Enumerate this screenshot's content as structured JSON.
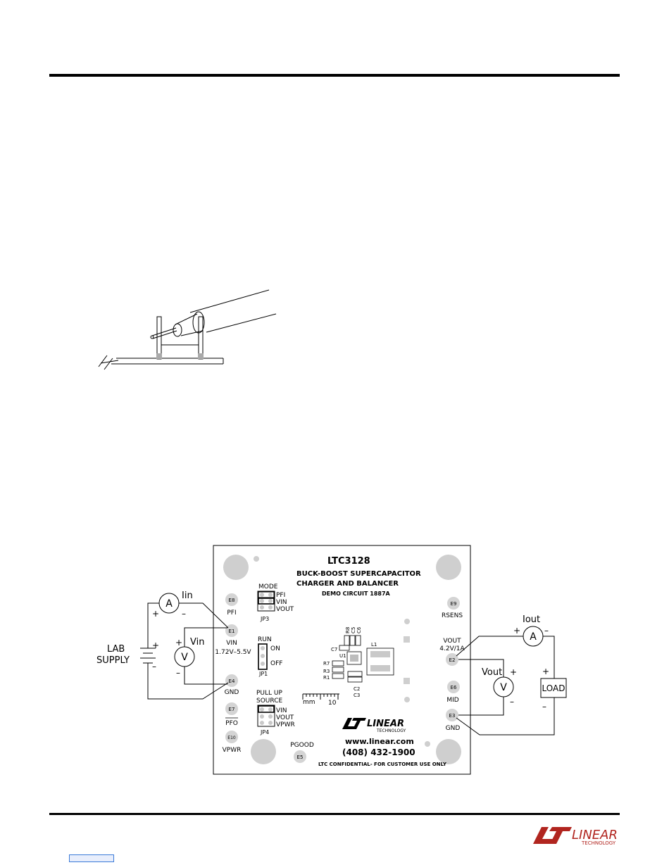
{
  "board": {
    "part_number": "LTC3128",
    "title_line1": "BUCK-BOOST SUPERCAPACITOR",
    "title_line2": "CHARGER AND BALANCER",
    "demo_circuit": "DEMO CIRCUIT 1887A",
    "website": "www.linear.com",
    "phone": "(408) 432-1900",
    "confidential": "LTC CONFIDENTIAL- FOR CUSTOMER USE ONLY",
    "logo_text": "LINEAR",
    "logo_subtext": "TECHNOLOGY",
    "scale_unit": "mm",
    "scale_value": "10"
  },
  "turrets": {
    "e8": {
      "id": "E8",
      "label": "PFI"
    },
    "e1": {
      "id": "E1",
      "label": "VIN",
      "sublabel": "1.72V–5.5V"
    },
    "e4": {
      "id": "E4",
      "label": "GND"
    },
    "e7": {
      "id": "E7",
      "label": "PFO"
    },
    "e10": {
      "id": "E10",
      "label": "VPWR"
    },
    "e5": {
      "id": "E5",
      "label": "PGOOD"
    },
    "e9": {
      "id": "E9",
      "label": "RSENS"
    },
    "e2": {
      "id": "E2",
      "label": "VOUT",
      "sublabel": "4.2V/1A"
    },
    "e6": {
      "id": "E6",
      "label": "MID"
    },
    "e3": {
      "id": "E3",
      "label": "GND"
    }
  },
  "jumpers": {
    "jp3": {
      "id": "JP3",
      "title": "MODE",
      "options": [
        "PFI",
        "VIN",
        "VOUT"
      ]
    },
    "jp1": {
      "id": "JP1",
      "title": "RUN",
      "options": [
        "ON",
        "OFF"
      ]
    },
    "jp4": {
      "id": "JP4",
      "title_line1": "PULL UP",
      "title_line2": "SOURCE",
      "options": [
        "VIN",
        "VOUT",
        "VPWR"
      ]
    }
  },
  "components": {
    "r8": "R8",
    "c5": "C5",
    "c6": "C6",
    "c7": "C7",
    "u1": "U1",
    "l1": "L1",
    "r7": "R7",
    "r3": "R3",
    "r1": "R1",
    "c2": "C2",
    "c3": "C3"
  },
  "external": {
    "lab_supply_line1": "LAB",
    "lab_supply_line2": "SUPPLY",
    "load": "LOAD",
    "ammeter_symbol": "A",
    "voltmeter_symbol": "V",
    "iin": "Iin",
    "vin": "Vin",
    "iout": "Iout",
    "vout": "Vout",
    "plus": "+",
    "minus": "–"
  },
  "footer": {
    "logo_text": "LINEAR",
    "logo_subtext": "TECHNOLOGY"
  },
  "colors": {
    "brand_red": "#b1251f",
    "pad_gray": "#d4d4d4"
  }
}
